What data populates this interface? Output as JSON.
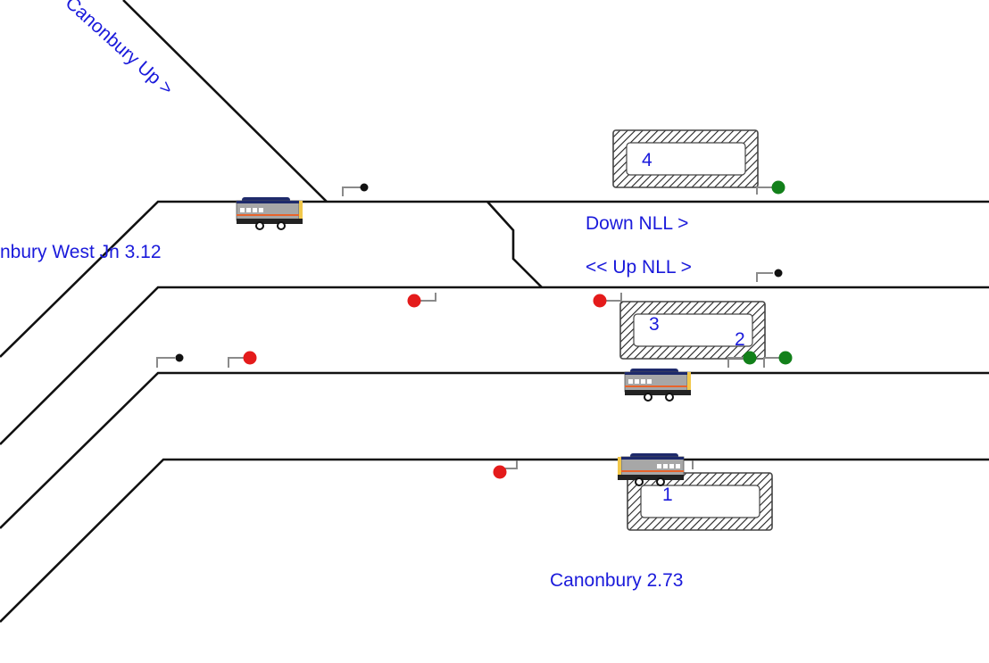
{
  "diagram": {
    "location_labels": {
      "canonbury_up": "Canonbury Up >",
      "canonbury_west_jn": "nbury West Jn 3.12",
      "down_nll": "Down NLL >",
      "up_nll": "<< Up NLL >",
      "canonbury": "Canonbury 2.73"
    },
    "platforms": [
      {
        "id": "p4",
        "number": "4"
      },
      {
        "id": "p3",
        "number": "3"
      },
      {
        "id": "p2",
        "number": "2"
      },
      {
        "id": "p1",
        "number": "1"
      }
    ],
    "signals": [
      {
        "id": "sig-a",
        "aspect": "off"
      },
      {
        "id": "sig-b",
        "aspect": "proceed"
      },
      {
        "id": "sig-c",
        "aspect": "off"
      },
      {
        "id": "sig-d",
        "aspect": "danger"
      },
      {
        "id": "sig-e",
        "aspect": "danger"
      },
      {
        "id": "sig-f",
        "aspect": "off"
      },
      {
        "id": "sig-g",
        "aspect": "danger"
      },
      {
        "id": "sig-h",
        "aspect": "proceed"
      },
      {
        "id": "sig-i",
        "aspect": "proceed"
      },
      {
        "id": "sig-j",
        "aspect": "danger"
      }
    ],
    "colors": {
      "track": "#111111",
      "label": "#1a1adb",
      "danger": "#e41b1b",
      "proceed": "#12801a",
      "off": "#111111",
      "train_body": "#a7a7a7",
      "train_roof": "#1e2a6b",
      "train_stripe": "#e8632b",
      "train_cab": "#f2c84a"
    },
    "trains": [
      {
        "id": "train-1",
        "icon": "train-icon"
      },
      {
        "id": "train-2",
        "icon": "train-icon"
      },
      {
        "id": "train-3",
        "icon": "train-icon"
      }
    ]
  }
}
